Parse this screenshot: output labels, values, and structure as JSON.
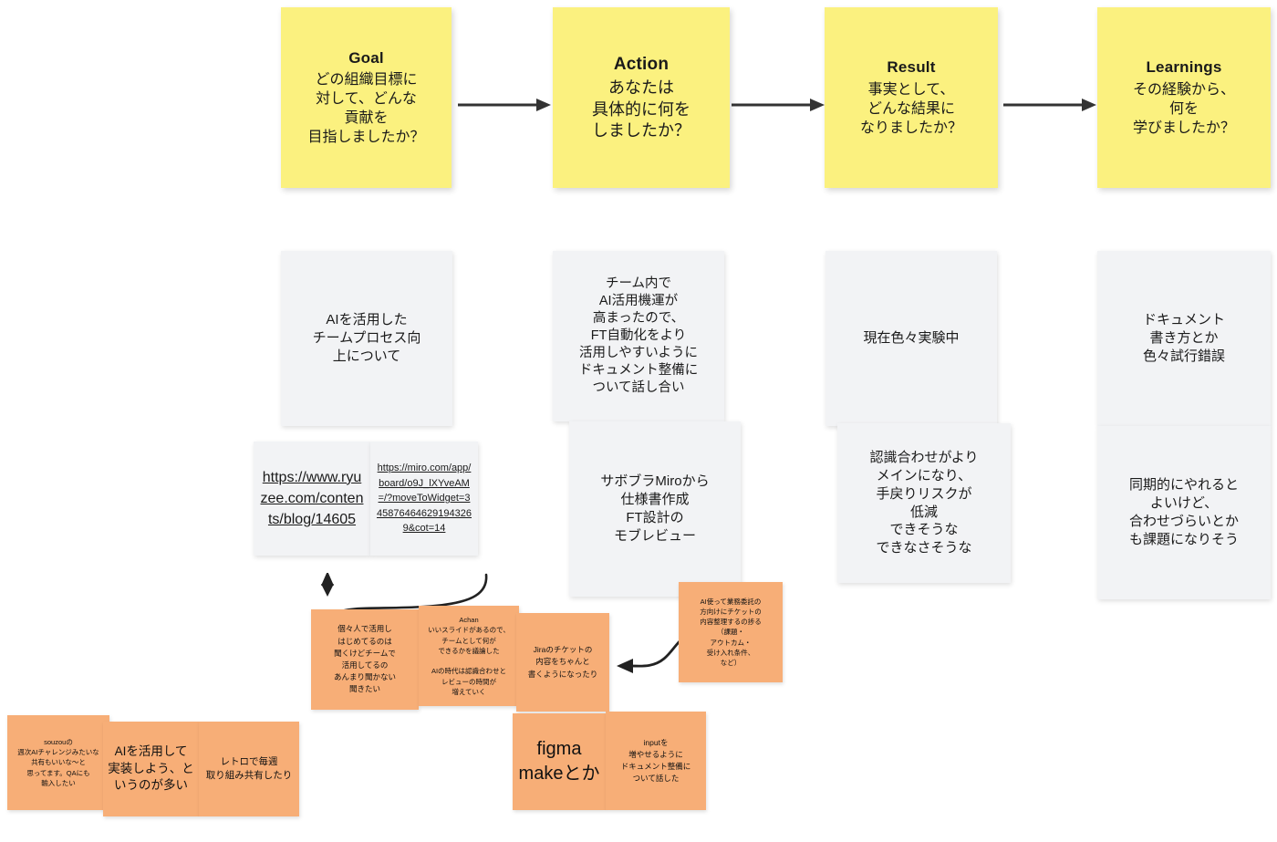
{
  "board": {
    "background": "#ffffff",
    "colors": {
      "yellow": "#fbf17f",
      "grey": "#f2f3f5",
      "orange": "#f7ae77",
      "arrow": "#333333"
    }
  },
  "headers": [
    {
      "title": "Goal",
      "body": "どの組織目標に\n対して、どんな\n貢献を\n目指しましたか？"
    },
    {
      "title": "Action",
      "body": "あなたは\n具体的に何を\nしましたか？"
    },
    {
      "title": "Result",
      "body": "事実として、\nどんな結果に\nなりましたか？"
    },
    {
      "title": "Learnings",
      "body": "その経験から、\n何を\n学びましたか？"
    }
  ],
  "grey_notes": {
    "goal_main": "AIを活用した\nチームプロセス向\n上について",
    "action_main": "チーム内で\nAI活用機運が\n高まったので、\nFT自動化をより\n活用しやすいように\nドキュメント整備に\nついて話し合い",
    "action_second": "サボブラMiroから\n仕様書作成\nFT設計の\nモブレビュー",
    "result_main": "現在色々実験中",
    "result_second": "認識合わせがより\nメインになり、\n手戻りリスクが\n低減\nできそうな\nできなさそうな",
    "learnings_main": "ドキュメント\n書き方とか\n色々試行錯誤",
    "learnings_second": "同期的にやれると\nよいけど、\n合わせづらいとか\nも課題になりそう"
  },
  "links": {
    "ryuzee": "https://www.ryuzee.com/contents/blog/14605",
    "miro": "https://miro.com/app/board/o9J_lXYveAM=/?moveToWidget=3458764646291943269&cot=14"
  },
  "orange_notes": {
    "individual_use": "個々人で活用し\nはじめてるのは\n聞くけどチームで\n活用してるの\nあんまり聞かない\n聞きたい",
    "achan": "Achan\nいいスライドがあるので、\nチームとして何が\nできるかを議論した\n\nAIの時代は認識合わせと\nレビューの時間が\n増えていく",
    "jira": "Jiraのチケットの\n内容をちゃんと\n書くようになったり",
    "ai_outsourcing": "AI使って業務委託の\n方向けにチケットの\n内容整理するの捗る\n（課題・\nアウトカム・\n受け入れ条件、\nなど）",
    "souzou": "souzouの\n週次AIチャレンジみたいな\n共有もいいな〜と\n思ってます。QAにも\n輸入したい",
    "implement": "AIを活用して\n実装しよう、と\nいうのが多い",
    "retro": "レトロで毎週\n取り組み共有したり",
    "figma": "figma\nmakeとか",
    "input_docs": "inputを\n増やせるように\nドキュメント整備に\nついて話した"
  }
}
